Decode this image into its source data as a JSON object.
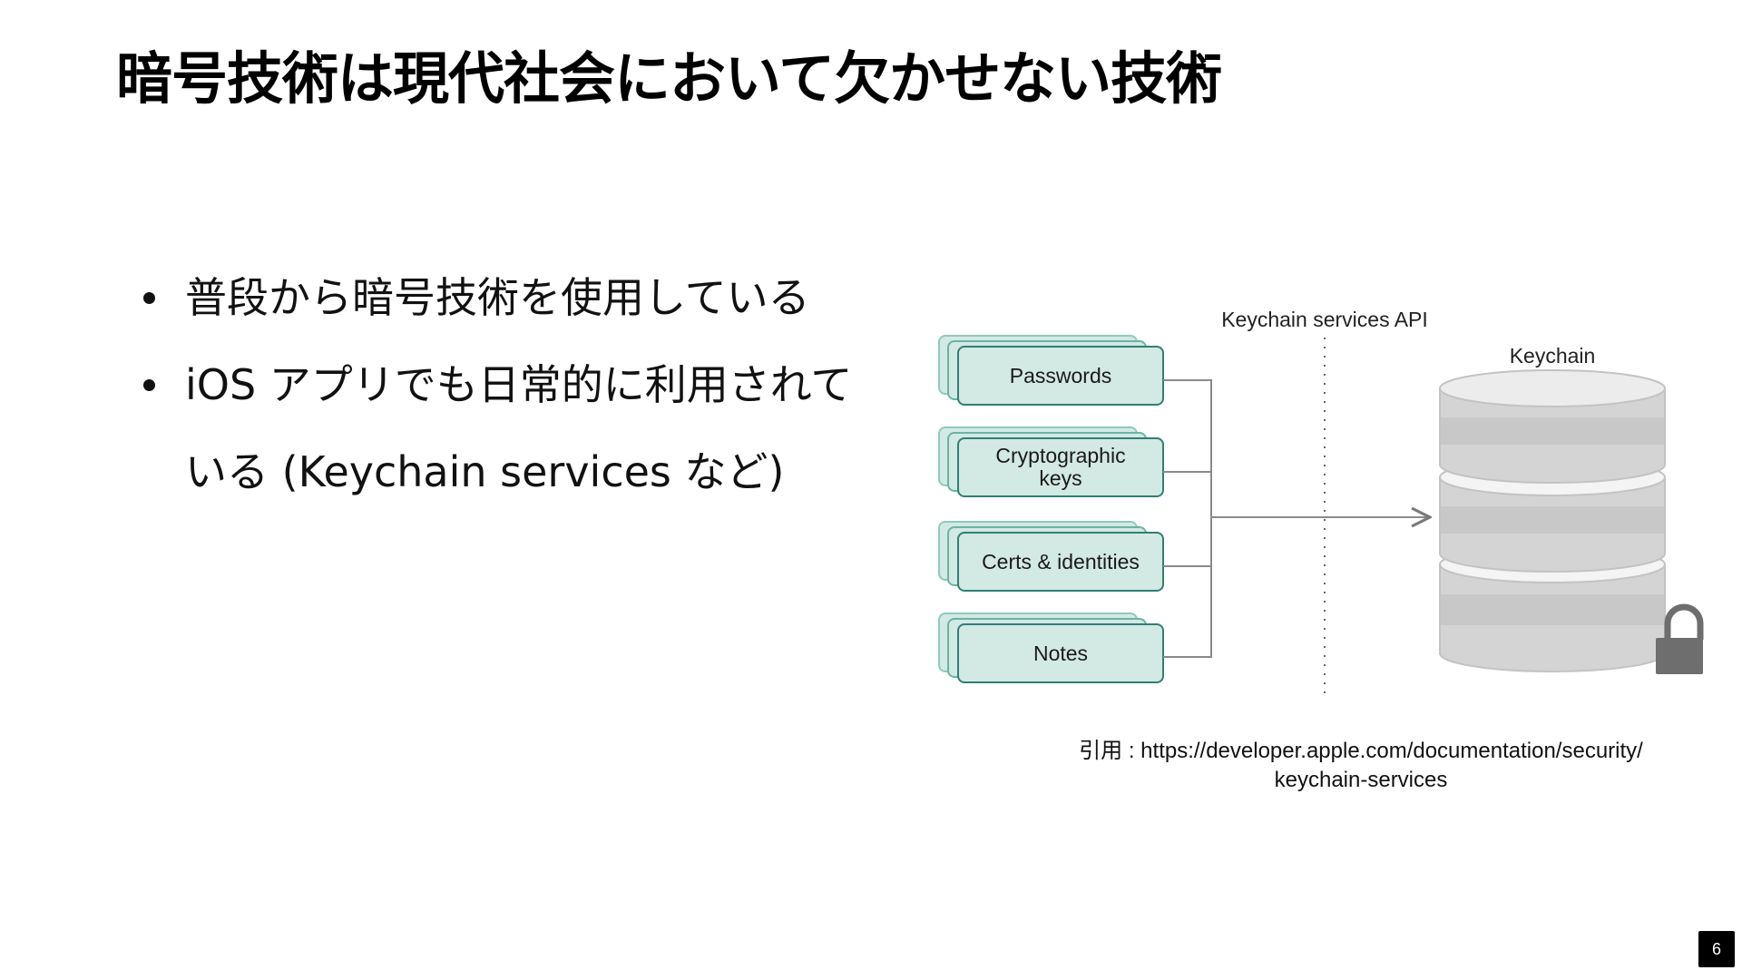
{
  "slide": {
    "title": "暗号技術は現代社会において欠かせない技術",
    "bullets": [
      "普段から暗号技術を使用している",
      "iOS アプリでも日常的に利用されている (Keychain services など)"
    ],
    "page_number": "6"
  },
  "diagram": {
    "api_label": "Keychain services API",
    "keychain_label": "Keychain",
    "items": [
      {
        "lines": [
          "Passwords"
        ]
      },
      {
        "lines": [
          "Cryptographic",
          "keys"
        ]
      },
      {
        "lines": [
          "Certs & identities"
        ]
      },
      {
        "lines": [
          "Notes"
        ]
      }
    ],
    "colors": {
      "card_fill": "#d3e9e3",
      "card_stroke": "#2f7f74",
      "connector": "#8a8a8a",
      "database": "#d4d4d4",
      "lock": "#6e6e6e"
    },
    "icons": [
      "database-icon",
      "lock-icon",
      "arrow-right-icon"
    ]
  },
  "citation": {
    "line1": "引用 : https://developer.apple.com/documentation/security/",
    "line2": "keychain-services"
  }
}
